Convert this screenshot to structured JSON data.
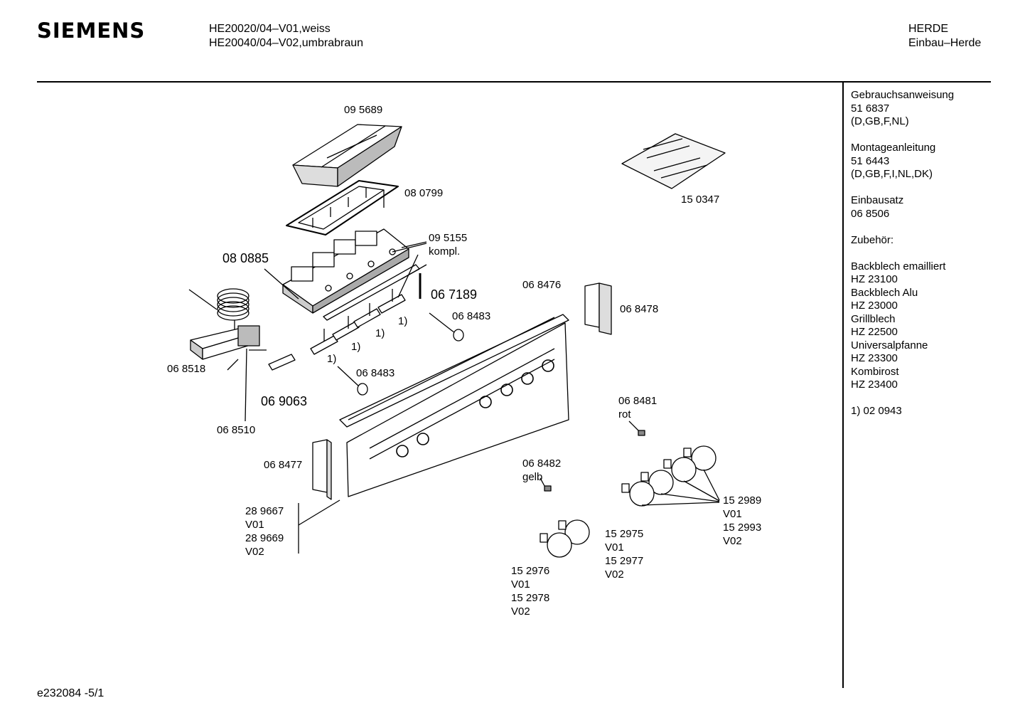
{
  "header": {
    "brand": "SIEMENS",
    "model_line_1": "HE20020/04–V01,weiss",
    "model_line_2": "HE20040/04–V02,umbrabraun",
    "category_1": "HERDE",
    "category_2": "Einbau–Herde"
  },
  "sidebar": {
    "blocks": [
      [
        "Gebrauchsanweisung",
        "51 6837",
        "(D,GB,F,NL)"
      ],
      [
        "Montageanleitung",
        "51 6443",
        "(D,GB,F,I,NL,DK)"
      ],
      [
        "Einbausatz",
        "06 8506"
      ],
      [
        ""
      ],
      [
        "Zubehör:"
      ],
      [
        "Backblech emailliert",
        "HZ 23100",
        "Backblech Alu",
        "HZ 23000",
        "Grillblech",
        "HZ 22500",
        "Universalpfanne",
        "HZ 23300",
        "Kombirost",
        "HZ 23400"
      ],
      [
        ""
      ],
      [
        "1)  02 0943"
      ]
    ]
  },
  "labels": {
    "p_095689": "09 5689",
    "p_080799": "08 0799",
    "p_095155": "09 5155",
    "p_kompl": "kompl.",
    "p_080885": "08 0885",
    "p_067189": "06 7189",
    "p_068483a": "06 8483",
    "p_068476": "06 8476",
    "p_068478": "06 8478",
    "p_150347": "15 0347",
    "p_068518": "06 8518",
    "p_069063": "06 9063",
    "p_068483b": "06 8483",
    "p_068510": "06 8510",
    "p_068481": "06 8481",
    "p_rot": "rot",
    "p_068477": "06 8477",
    "p_068482": "06 8482",
    "p_gelb": "gelb",
    "p_289667": "28 9667",
    "p_v01_a": "V01",
    "p_289669": "28 9669",
    "p_v02_a": "V02",
    "p_152989": "15 2989",
    "p_v01_b": "V01",
    "p_152993": "15 2993",
    "p_v02_b": "V02",
    "p_152975": "15 2975",
    "p_v01_c": "V01",
    "p_152977": "15 2977",
    "p_v02_c": "V02",
    "p_152976": "15 2976",
    "p_v01_d": "V01",
    "p_152978": "15 2978",
    "p_v02_d": "V02",
    "note_1a": "1)",
    "note_1b": "1)",
    "note_1c": "1)",
    "note_1d": "1)"
  },
  "footer": {
    "code": "e232084 -5/1"
  }
}
